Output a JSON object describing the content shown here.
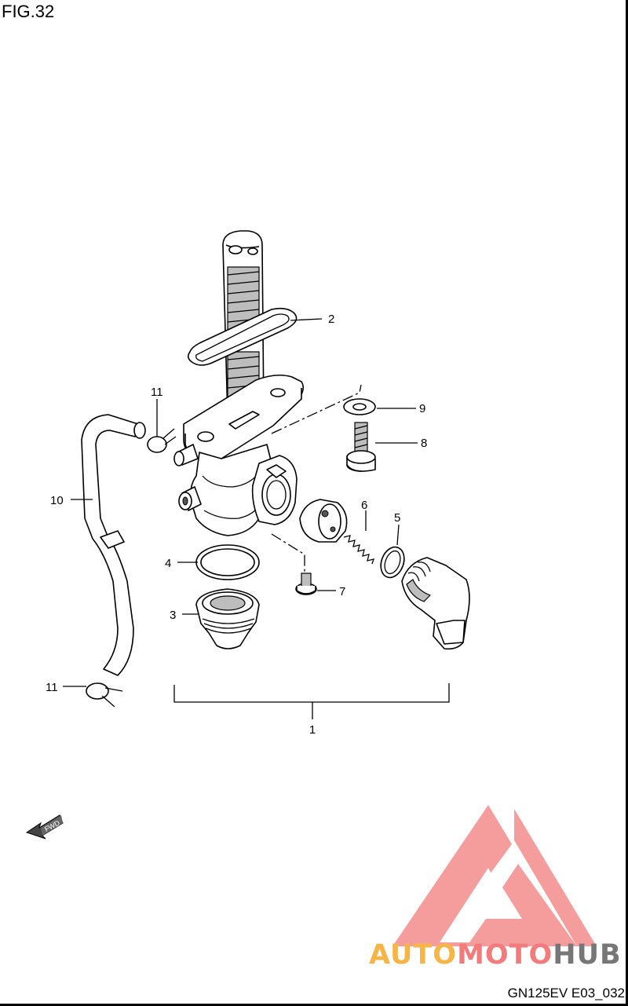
{
  "figure": {
    "title": "FIG.32",
    "reference_code": "GN125EV E03_032",
    "direction_marker": "FWD"
  },
  "callouts": [
    {
      "id": "1",
      "label": "1"
    },
    {
      "id": "2",
      "label": "2"
    },
    {
      "id": "3",
      "label": "3"
    },
    {
      "id": "4",
      "label": "4"
    },
    {
      "id": "5",
      "label": "5"
    },
    {
      "id": "6",
      "label": "6"
    },
    {
      "id": "7",
      "label": "7"
    },
    {
      "id": "8",
      "label": "8"
    },
    {
      "id": "9",
      "label": "9"
    },
    {
      "id": "10",
      "label": "10"
    },
    {
      "id": "11a",
      "label": "11"
    },
    {
      "id": "11b",
      "label": "11"
    }
  ],
  "watermark": {
    "part1": "AUTO",
    "part2": "MOTO",
    "part3": "HUB",
    "colors": {
      "auto": "#f7b547",
      "moto": "#f27b7b",
      "hub": "#777777",
      "triangle": "#f48c8c"
    }
  }
}
